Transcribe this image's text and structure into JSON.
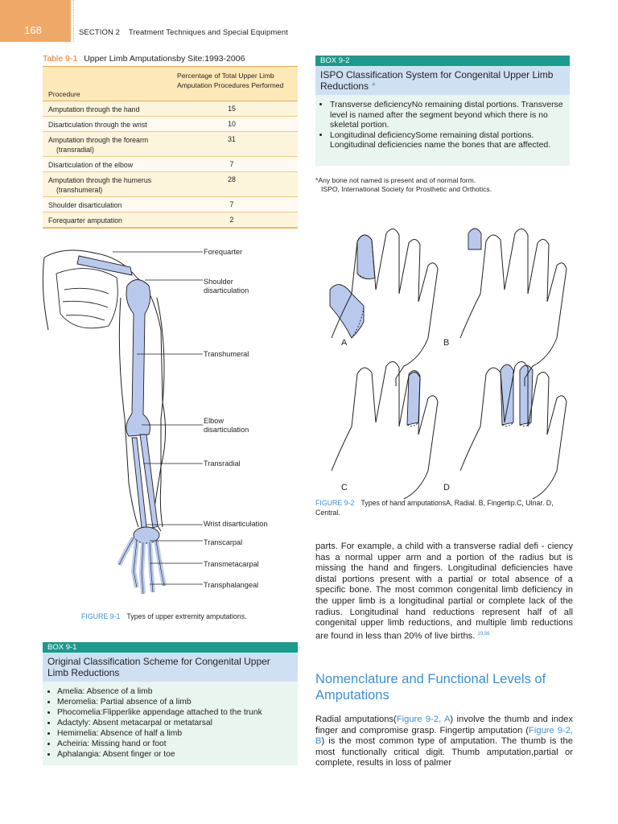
{
  "header": {
    "page_number": "168",
    "running_head": "SECTION 2    Treatment Techniques and Special Equipment"
  },
  "table": {
    "number": "Table 9-1",
    "title": "Upper Limb Amputationsby Site:1993-2006",
    "col_procedure": "Procedure",
    "col_percentage": "Percentage of Total Upper Limb Amputation Procedures Performed",
    "rows": [
      {
        "procedure": "Amputation through the hand",
        "sub": "",
        "value": "15"
      },
      {
        "procedure": "Disarticulation through the wrist",
        "sub": "",
        "value": "10"
      },
      {
        "procedure": "Amputation through the forearm",
        "sub": "(transradial)",
        "value": "31"
      },
      {
        "procedure": "Disarticulation of the elbow",
        "sub": "",
        "value": "7"
      },
      {
        "procedure": "Amputation through the humerus",
        "sub": "(transhumeral)",
        "value": "28"
      },
      {
        "procedure": "Shoulder disarticulation",
        "sub": "",
        "value": "7"
      },
      {
        "procedure": "Forequarter amputation",
        "sub": "",
        "value": "2"
      }
    ]
  },
  "box92": {
    "label": "BOX 9-2",
    "title": "ISPO Classification System for Congenital Upper Limb Reductions",
    "title_mark": "*",
    "items": [
      "Transverse deficiencyNo remaining distal portions. Transverse level is named after the segment beyond which there is no skeletal portion.",
      "Longitudinal deficiencySome remaining distal portions. Longitudinal deficiencies name the bones that are affected."
    ],
    "footnote_1": "*Any bone not named is present and of normal form.",
    "footnote_2": "ISPO, International Society for Prosthetic and Orthotics."
  },
  "figure91": {
    "labels": {
      "forequarter": "Forequarter",
      "shoulder_1": "Shoulder",
      "shoulder_2": "disarticulation",
      "transhumeral": "Transhumeral",
      "elbow_1": "Elbow",
      "elbow_2": "disarticulation",
      "transradial": "Transradial",
      "wrist": "Wrist disarticulation",
      "transcarpal": "Transcarpal",
      "transmetacarpal": "Transmetacarpal",
      "transphalangeal": "Transphalangeal"
    },
    "caption_number": "FIGURE 9-1",
    "caption": "Types of upper extremity amputations."
  },
  "figure92": {
    "letters": {
      "a": "A",
      "b": "B",
      "c": "C",
      "d": "D"
    },
    "caption_number": "FIGURE 9-2",
    "caption": "Types of hand amputationsA, Radial. B, Fingertip.C, Ulnar. D, Central."
  },
  "box91": {
    "label": "BOX 9-1",
    "title": "Original Classification Scheme for Congenital Upper Limb Reductions",
    "items": [
      "Amelia: Absence of a limb",
      "Meromelia: Partial absence of a limb",
      "Phocomelia:Flipperlike appendage attached to the trunk",
      "Adactyly: Absent metacarpal or metatarsal",
      "Hemimelia: Absence of half a limb",
      "Acheiria: Missing hand or foot",
      "Aphalangia: Absent finger or toe"
    ]
  },
  "body": {
    "para1": "parts. For example, a child with a transverse radial defi - ciency has a normal upper arm and a portion of the radius but is missing the hand and fingers. Longitudinal deficiencies have distal portions present with a partial or total absence of a specific bone. The most common congenital limb deficiency in the upper limb is a longitudinal partial or complete lack of the radius. Longitudinal hand reductions represent half of all congenital upper limb reductions, and multiple limb reductions are found in less than 20% of live births.",
    "para1_ref": "19,56",
    "heading": "Nomenclature and Functional Levels of Amputations",
    "para2_a": "Radial amputations(",
    "para2_ref1": "Figure 9-2, A",
    "para2_b": ") involve the thumb and index finger and compromise grasp. Fingertip amputation (",
    "para2_ref2": "Figure 9-2, B",
    "para2_c": ") is the most common type of amputation. The thumb is the most functionally critical digit. Thumb amputation,partial or complete, results in loss of palmer"
  },
  "colors": {
    "accent_orange": "#e87722",
    "table_header": "#fde8b8",
    "box_bar": "#1c9a8c",
    "box_title": "#cfe0f3",
    "box_body": "#e9f5ef",
    "link_blue": "#3e8fcf",
    "bone_fill": "#b9c9ee"
  }
}
